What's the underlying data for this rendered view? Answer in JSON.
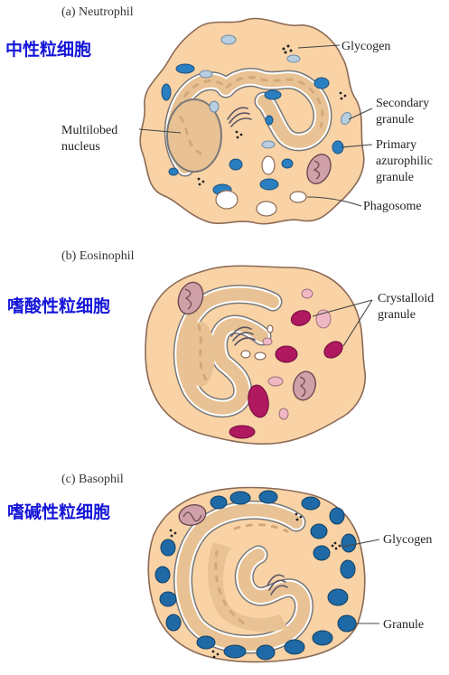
{
  "panels": [
    {
      "caption": "(a) Neutrophil",
      "chinese": "中性粒细胞",
      "labels": [
        "Glycogen",
        "Secondary",
        "granule",
        "Primary",
        "azurophilic",
        "granule",
        "Multilobed",
        "nucleus",
        "Phagosome"
      ]
    },
    {
      "caption": "(b) Eosinophil",
      "chinese": "嗜酸性粒细胞",
      "labels": [
        "Crystalloid",
        "granule"
      ]
    },
    {
      "caption": "(c) Basophil",
      "chinese": "嗜碱性粒细胞",
      "labels": [
        "Glycogen",
        "Granule"
      ]
    }
  ],
  "colors": {
    "cytoplasm": "#f9d3a6",
    "primary_granule": "#2a7fc0",
    "secondary_granule": "#b7cde0",
    "crystalloid_granule": "#b01860",
    "basophil_granule": "#1f6aa6",
    "chinese_label": "#1515d8"
  }
}
